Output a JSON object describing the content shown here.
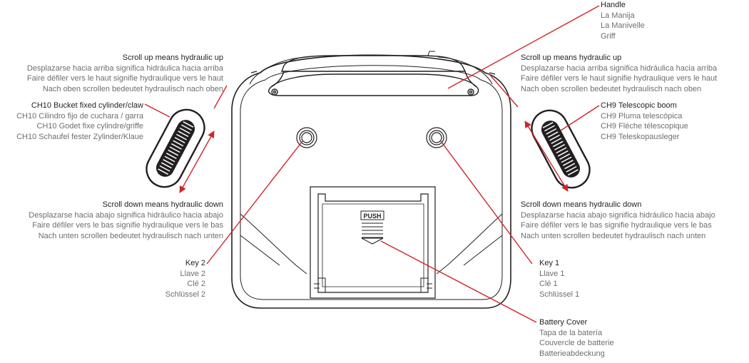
{
  "labels": {
    "handle": {
      "title": "Handle",
      "es": "La Manija",
      "fr": "La Manivelle",
      "de": "Griff"
    },
    "scroll_up_left": {
      "title": "Scroll up means hydraulic up",
      "es": "Desplazarse hacia arriba significa hidráulica hacia arriba",
      "fr": "Faire défiler vers le haut signifie hydraulique vers le haut",
      "de": "Nach oben scrollen bedeutet hydraulisch nach oben"
    },
    "ch10": {
      "title": "CH10 Bucket fixed cylinder/claw",
      "es": "CH10 Cilindro fijo de cuchara / garra",
      "fr": "CH10 Godet fixe cylindre/griffe",
      "de": "CH10 Schaufel fester Zylinder/Klaue"
    },
    "scroll_down_left": {
      "title": "Scroll down means hydraulic down",
      "es": "Desplazarse hacia abajo significa hidráulico hacia abajo",
      "fr": "Faire défiler vers le bas signifie hydraulique vers le bas",
      "de": "Nach unten scrollen bedeutet hydraulisch nach unten"
    },
    "key2": {
      "title": "Key 2",
      "es": "Llave 2",
      "fr": "Clé 2",
      "de": "Schlüssel 2"
    },
    "scroll_up_right": {
      "title": "Scroll up means hydraulic up",
      "es": "Desplazarse hacia arriba significa hidráulica hacia arriba",
      "fr": "Faire défiler vers le haut signifie hydraulique vers le haut",
      "de": "Nach oben scrollen bedeutet hydraulisch nach oben"
    },
    "ch9": {
      "title": "CH9 Telescopic boom",
      "es": "CH9 Pluma telescópica",
      "fr": "CH9 Flèche télescopique",
      "de": "CH9 Teleskopausleger"
    },
    "scroll_down_right": {
      "title": "Scroll down means hydraulic down",
      "es": "Desplazarse hacia abajo significa hidráulico hacia abajo",
      "fr": "Faire défiler vers le bas signifie hydraulique vers le bas",
      "de": "Nach unten scrollen bedeutet hydraulisch nach unten"
    },
    "key1": {
      "title": "Key 1",
      "es": "Llave 1",
      "fr": "Clé 1",
      "de": "Schlüssel 1"
    },
    "battery": {
      "title": "Battery Cover",
      "es": "Tapa de la batería",
      "fr": "Couvercle de batterie",
      "de": "Batterieabdeckung"
    }
  },
  "push_label": "PUSH",
  "colors": {
    "leader": "#d2232a",
    "outline": "#231f20",
    "text_title": "#231f20",
    "text_sub": "#6d6e71"
  }
}
